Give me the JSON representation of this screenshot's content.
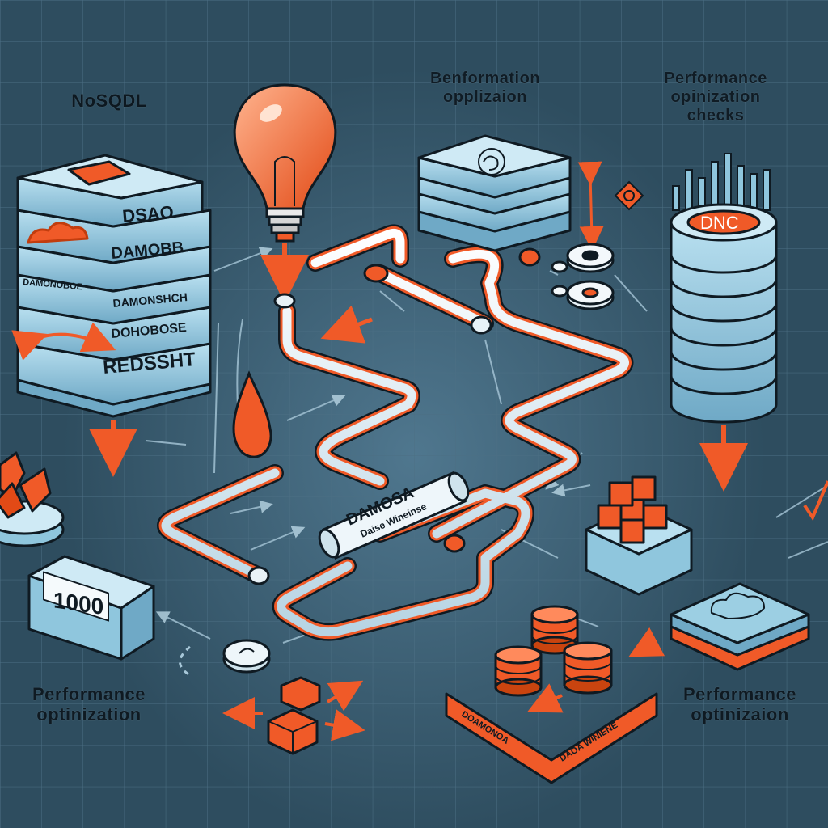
{
  "labels": {
    "top_left": "NoSQDL",
    "top_center_line1": "Benformation",
    "top_center_line2": "opplizaion",
    "top_right_line1": "Performance",
    "top_right_line2": "opinization",
    "top_right_line3": "checks",
    "bottom_left_line1": "Performance",
    "bottom_left_line2": "optinization",
    "bottom_right_line1": "Performance",
    "bottom_right_line2": "optinizaion"
  },
  "db_stack": {
    "layer_1": "DSAO",
    "layer_2": "DAMOBB",
    "layer_3": "DAMONOBOE",
    "layer_4": "DAMONSHCH",
    "layer_5": "DOHOBOSE",
    "layer_6": "REDSSHT"
  },
  "cylinder_badge": "DNC",
  "pipe_tag": {
    "line1": "DAMOSA",
    "line2": "Daise Wineinse"
  },
  "counter_box": "1000",
  "orange_tray": {
    "left": "DOAMONOA",
    "right": "DAOA WINIENE"
  },
  "colors": {
    "background": "#2e4d5f",
    "accent": "#f05a28",
    "panel": "#8fc6dd",
    "outline": "#0f1a22"
  }
}
